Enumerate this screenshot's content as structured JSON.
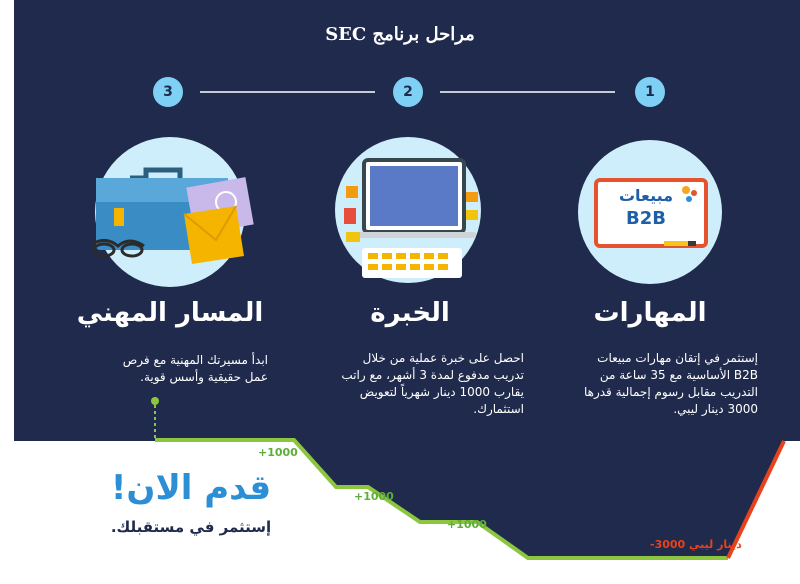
{
  "title": "مراحل برنامج SEC",
  "steps": [
    {
      "number": "1",
      "heading": "المهارات",
      "lines": [
        "إستثمر في إتقان مهارات مبيعات",
        "B2B الأساسية مع 35 ساعة من",
        "التدريب مقابل رسوم إجمالية قدرها",
        "3000 دينار ليبي."
      ],
      "board_word": "مبيعات",
      "board_code": "B2B"
    },
    {
      "number": "2",
      "heading": "الخبرة",
      "lines": [
        "احصل على خبرة عملية من خلال",
        "تدريب مدفوع لمدة 3 أشهر، مع راتب",
        "يقارب 1000 دينار شهرياً لتعويض",
        "استثمارك."
      ]
    },
    {
      "number": "3",
      "heading": "المسار المهني",
      "lines": [
        "ابدأ مسيرتك المهنية مع فرص",
        "عمل حقيقية وأسس قوية."
      ]
    }
  ],
  "gains": [
    "+1000",
    "+1000",
    "+1000"
  ],
  "cost": "-3000 دينار ليبي",
  "cta": {
    "headline": "قدم الان!",
    "subline": "إستثمر في مستقبلك."
  },
  "colors": {
    "navy": "#1f2a4c",
    "step_circle": "#7ed0f4",
    "icon_circle": "#cfeefb",
    "green": "#8cc63f",
    "red": "#e8421c",
    "cta_blue": "#2c8fd6"
  }
}
